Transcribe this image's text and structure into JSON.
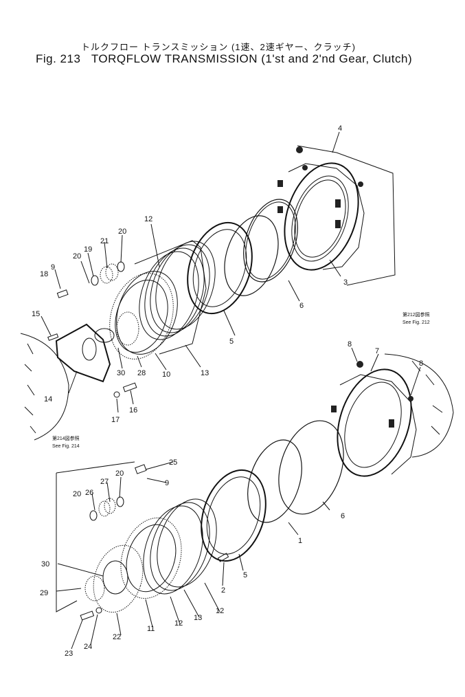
{
  "title": {
    "japanese": "トルクフロー トランスミッション (1速、2速ギヤー、クラッチ)",
    "figure": "Fig. 213",
    "english": "TORQFLOW TRANSMISSION (1'st and 2'nd Gear, Clutch)"
  },
  "references": {
    "fig212_jp": "第212図参照",
    "fig212_en": "See Fig. 212",
    "fig214_jp": "第214図参照",
    "fig214_en": "See Fig. 214"
  },
  "callouts": {
    "c1": "1",
    "c2": "2",
    "c3": "3",
    "c4": "4",
    "c5a": "5",
    "c5b": "5",
    "c6a": "6",
    "c6b": "6",
    "c7": "7",
    "c8a": "8",
    "c8b": "8",
    "c9a": "9",
    "c9b": "9",
    "c10": "10",
    "c11": "11",
    "c12a": "12",
    "c12b": "12",
    "c12c": "12",
    "c13a": "13",
    "c13b": "13",
    "c14": "14",
    "c15": "15",
    "c16": "16",
    "c17": "17",
    "c18": "18",
    "c19": "19",
    "c20a": "20",
    "c20b": "20",
    "c20c": "20",
    "c21": "21",
    "c22": "22",
    "c23": "23",
    "c24": "24",
    "c25": "25",
    "c26": "26",
    "c27": "27",
    "c28": "28",
    "c29": "29",
    "c30a": "30",
    "c30b": "30"
  }
}
